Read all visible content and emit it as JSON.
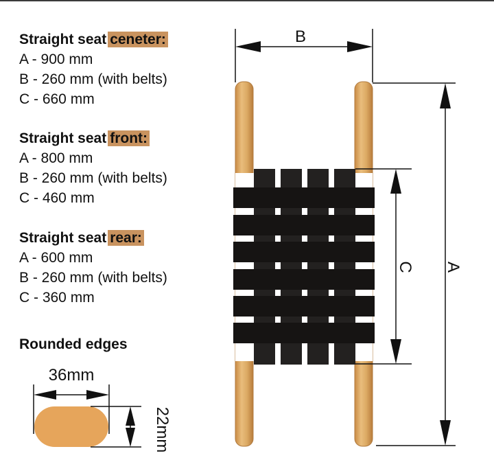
{
  "sections": [
    {
      "title": "Straight seat",
      "tag": "ceneter:",
      "lines": [
        "A - 900 mm",
        "B - 260 mm (with belts)",
        "C - 660 mm"
      ]
    },
    {
      "title": "Straight seat",
      "tag": "front:",
      "lines": [
        "A - 800 mm",
        "B - 260 mm (with belts)",
        "C - 460 mm"
      ]
    },
    {
      "title": "Straight seat",
      "tag": "rear:",
      "lines": [
        "A - 600 mm",
        "B - 260 mm (with belts)",
        "C - 360 mm"
      ]
    }
  ],
  "rounded": {
    "title": "Rounded edges",
    "width_label": "36mm",
    "height_label": "22mm"
  },
  "labels": {
    "a": "A",
    "b": "B",
    "c": "C"
  },
  "colors": {
    "wood": "#d9a55e",
    "belt": "#1d1b1a",
    "accent": "#c9935f",
    "profile": "#e6a55b"
  }
}
